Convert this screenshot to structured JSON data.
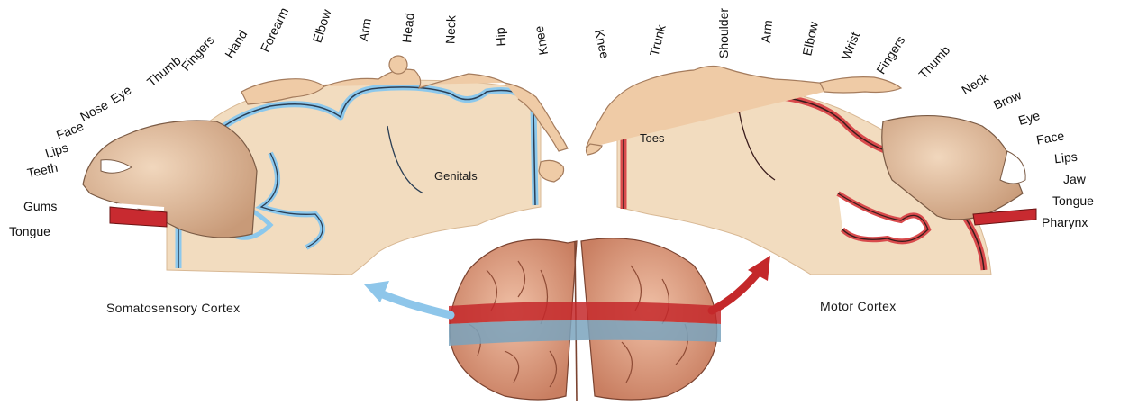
{
  "sensory": {
    "title": "Somatosensory Cortex",
    "labels": [
      "Tongue",
      "Gums",
      "Teeth",
      "Lips",
      "Face",
      "Nose",
      "Eye",
      "Thumb",
      "Fingers",
      "Hand",
      "Forearm",
      "Elbow",
      "Arm",
      "Head",
      "Neck",
      "Hip",
      "Knee"
    ],
    "genitals": "Genitals"
  },
  "motor": {
    "title": "Motor Cortex",
    "labels": [
      "Knee",
      "Trunk",
      "Shoulder",
      "Arm",
      "Elbow",
      "Wrist",
      "Fingers",
      "Thumb",
      "Neck",
      "Brow",
      "Eye",
      "Face",
      "Lips",
      "Jaw",
      "Tongue",
      "Pharynx"
    ],
    "toes": "Toes"
  },
  "colors": {
    "sensory_band": "#8cc8ec",
    "motor_band": "#d84a4c",
    "cortex_fill": "#f2dcbf",
    "brain": "#e3a88c",
    "sensory_arrow": "#8ec6ea",
    "motor_arrow": "#c4282a"
  }
}
